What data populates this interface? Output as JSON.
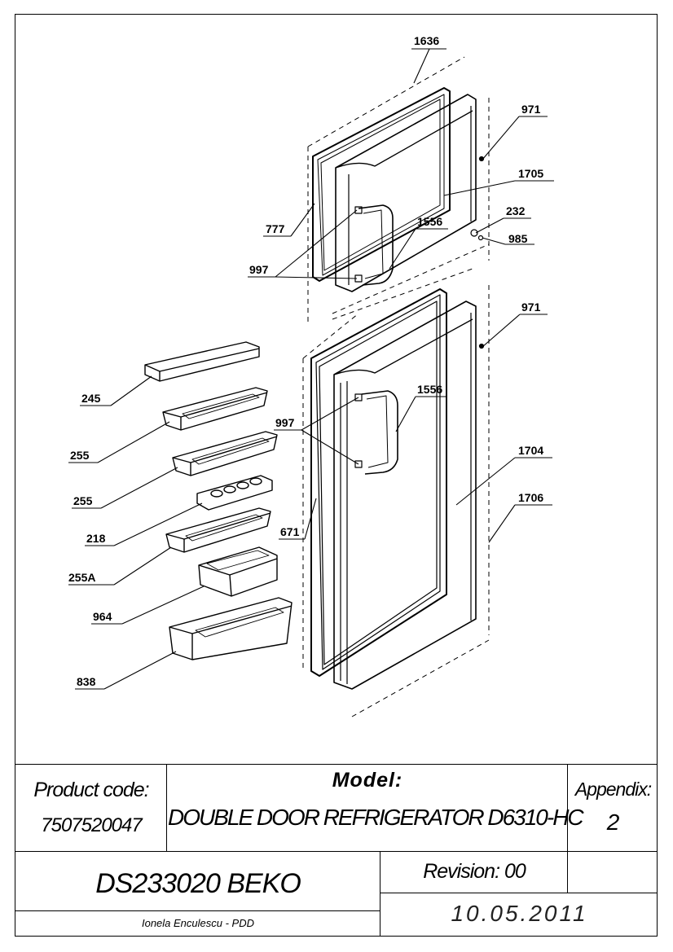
{
  "callouts": {
    "c1636": "1636",
    "c971a": "971",
    "c1705": "1705",
    "c232": "232",
    "c985": "985",
    "c777": "777",
    "c1556a": "1556",
    "c997a": "997",
    "c971b": "971",
    "c245": "245",
    "c997b": "997",
    "c1556b": "1556",
    "c255a": "255",
    "c255b": "255",
    "c1704": "1704",
    "c1706": "1706",
    "c218": "218",
    "c671": "671",
    "c255A": "255A",
    "c964": "964",
    "c838": "838"
  },
  "title_block": {
    "product_code_label": "Product code:",
    "product_code_value": "7507520047",
    "model_label": "Model:",
    "model_value": "DOUBLE DOOR REFRIGERATOR D6310-HC",
    "appendix_label": "Appendix:",
    "appendix_value": "2",
    "drawing_id": "DS233020 BEKO",
    "revision": "Revision: 00",
    "author": "Ionela Enculescu - PDD",
    "date": "10.05.2011"
  }
}
